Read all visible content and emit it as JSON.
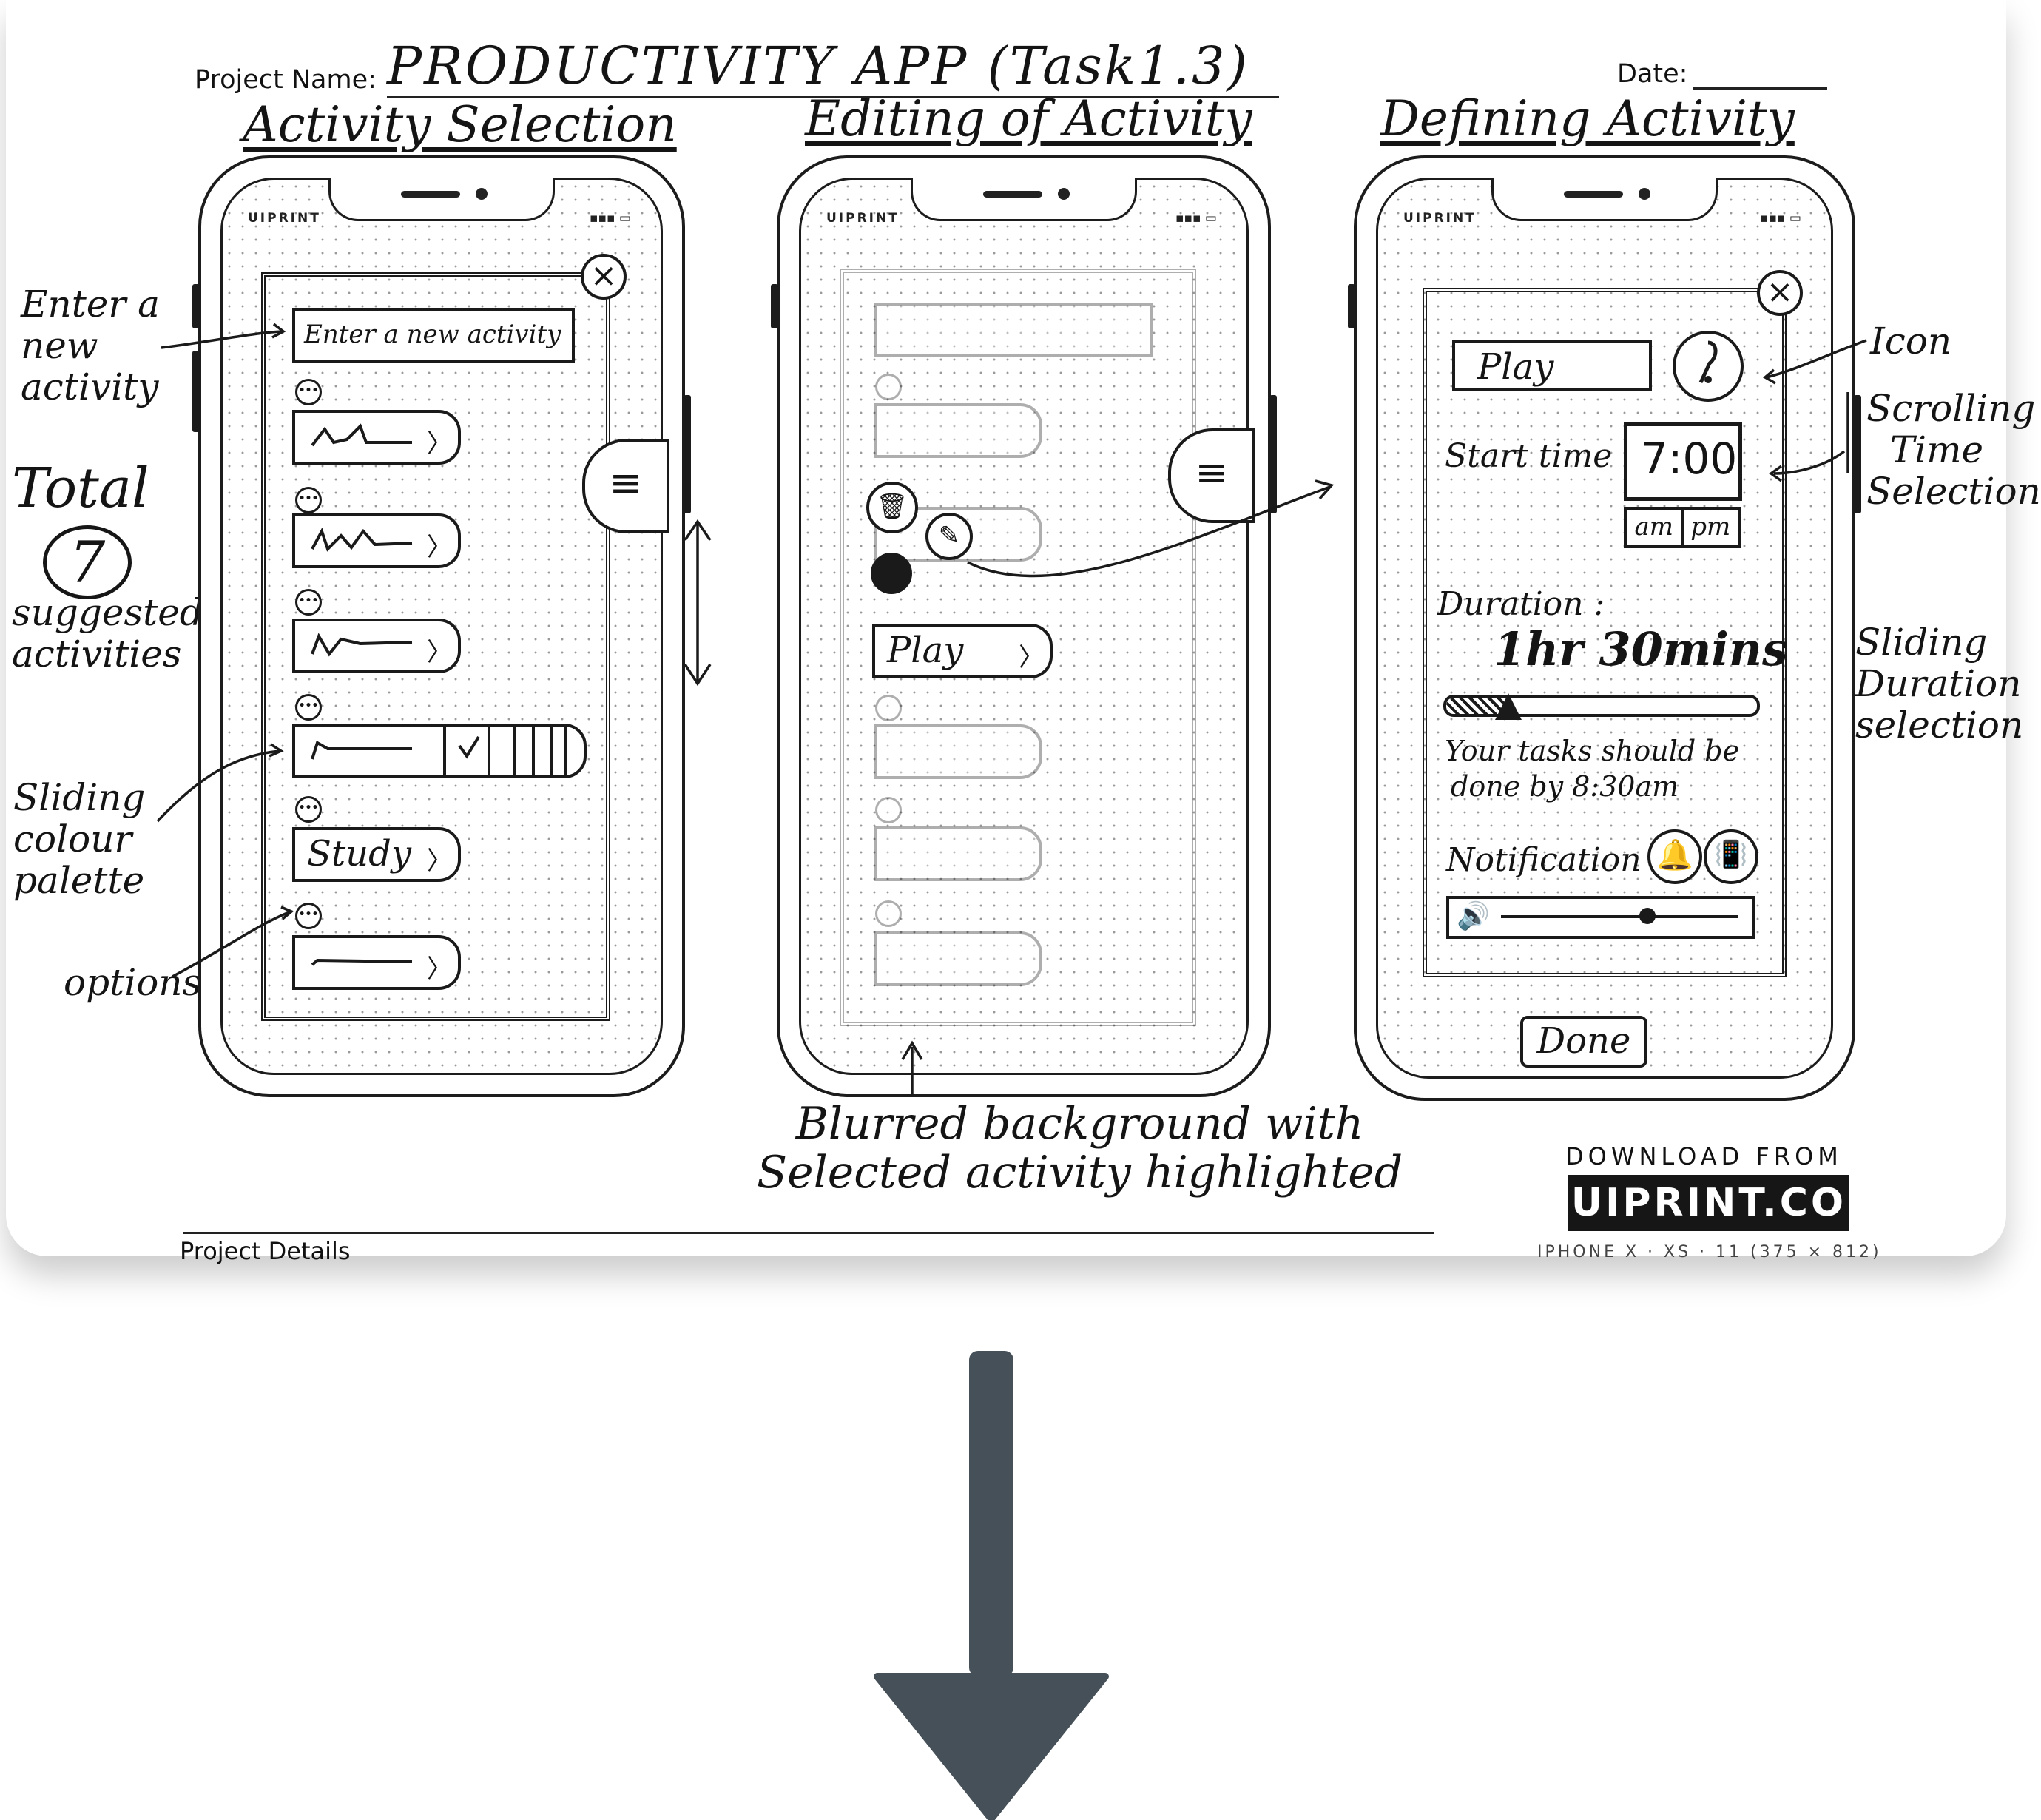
{
  "header": {
    "project_label": "Project Name:",
    "project_name": "PRODUCTIVITY APP (Task1.3)",
    "date_label": "Date:"
  },
  "screens": {
    "s1_title": "Activity Selection",
    "s2_title": "Editing of Activity",
    "s3_title": "Defining Activity"
  },
  "phone": {
    "brand": "UIPRINT",
    "status": "▪▪▪ ▭"
  },
  "screen1": {
    "new_activity_placeholder": "Enter a new activity",
    "close": "×",
    "study_label": "Study",
    "menu": "≡",
    "chev": "〉",
    "options": "•••"
  },
  "screen2": {
    "play_label": "Play",
    "delete_icon": "🗑",
    "edit_icon": "✎"
  },
  "screen3": {
    "close": "×",
    "name_value": "Play",
    "start_time_label": "Start time :",
    "time_value": "7:00",
    "am": "am",
    "pm": "pm",
    "duration_label": "Duration :",
    "duration_value": "1hr 30mins",
    "done_by_line1": "Your tasks should be",
    "done_by_line2": "done by 8:30am",
    "notification_label": "Notification :",
    "done_button": "Done",
    "duration_fraction": 0.2,
    "volume_fraction": 0.62
  },
  "annotations": {
    "enter_new": "Enter a\nnew\nactivity",
    "total": "Total",
    "total_count": "7",
    "suggested": "suggested\nactivities",
    "sliding_colour": "Sliding\ncolour\npalette",
    "options": "options",
    "icon": "Icon",
    "scrolling_time": "Scrolling\n  Time\nSelection",
    "sliding_duration": "Sliding\nDuration\nselection",
    "blurred": "Blurred background with\nSelected activity highlighted"
  },
  "footer": {
    "project_details": "Project Details",
    "download_from": "DOWNLOAD FROM",
    "uiprint": "UIPRINT.CO",
    "device": "IPHONE X · XS · 11 (375 × 812)"
  }
}
